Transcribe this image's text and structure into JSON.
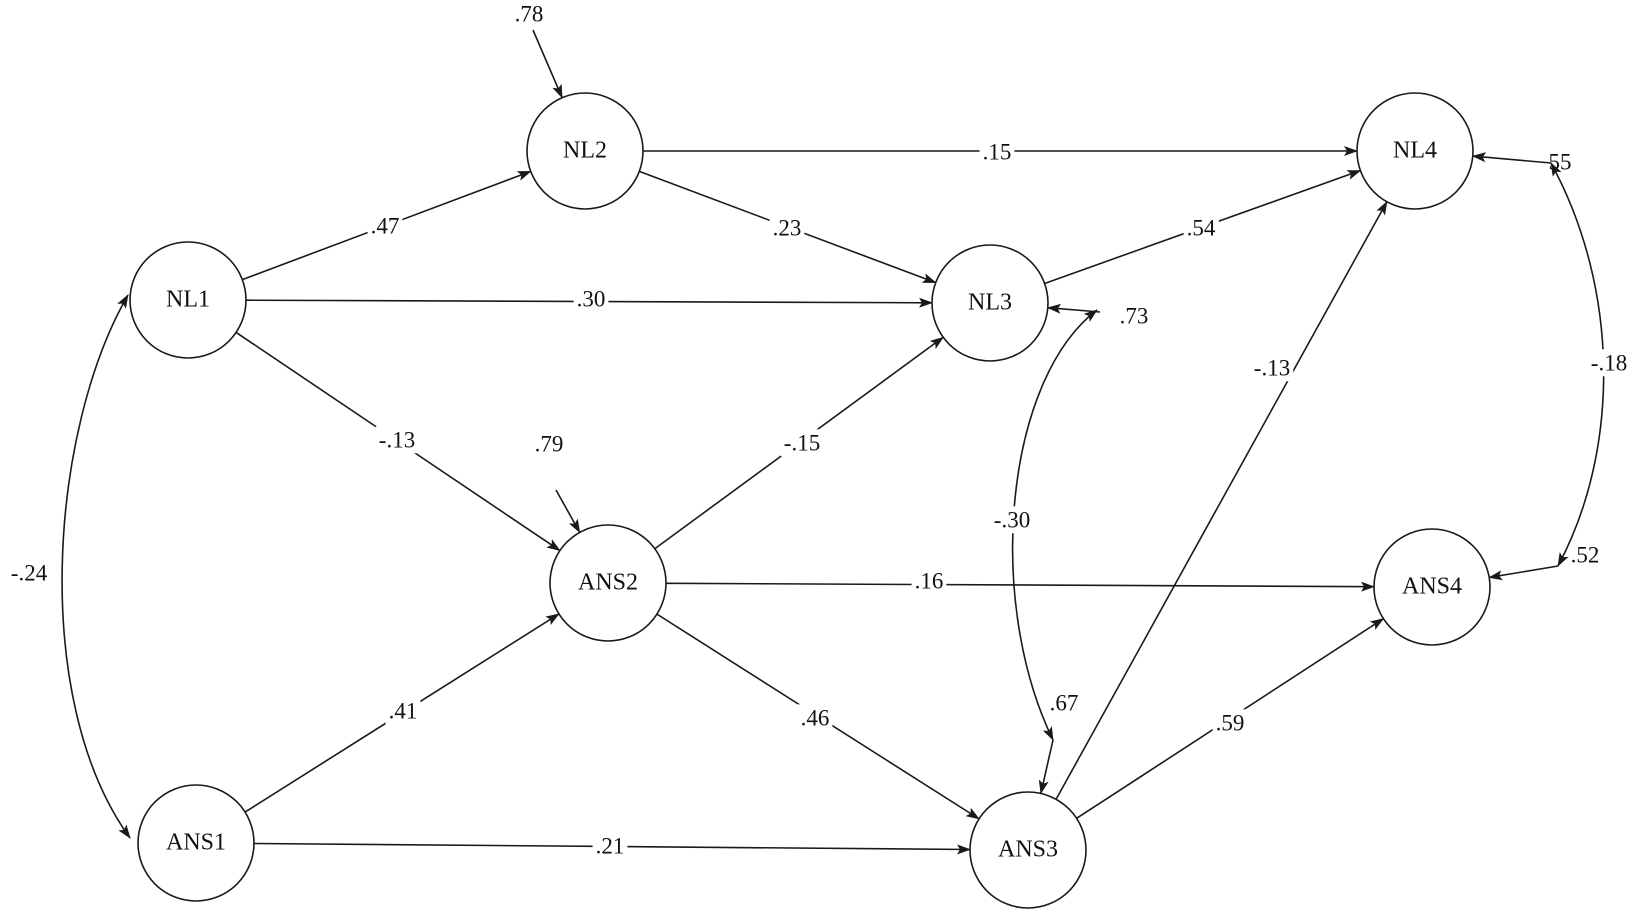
{
  "nodes": [
    {
      "id": "NL1",
      "label": "NL1"
    },
    {
      "id": "NL2",
      "label": "NL2"
    },
    {
      "id": "NL3",
      "label": "NL3"
    },
    {
      "id": "NL4",
      "label": "NL4"
    },
    {
      "id": "ANS1",
      "label": "ANS1"
    },
    {
      "id": "ANS2",
      "label": "ANS2"
    },
    {
      "id": "ANS3",
      "label": "ANS3"
    },
    {
      "id": "ANS4",
      "label": "ANS4"
    }
  ],
  "paths": [
    {
      "from": "NL1",
      "to": "NL2",
      "coef": ".47"
    },
    {
      "from": "NL1",
      "to": "NL3",
      "coef": ".30"
    },
    {
      "from": "NL1",
      "to": "ANS2",
      "coef": "-.13"
    },
    {
      "from": "NL2",
      "to": "NL4",
      "coef": ".15"
    },
    {
      "from": "NL2",
      "to": "NL3",
      "coef": ".23"
    },
    {
      "from": "NL3",
      "to": "NL4",
      "coef": ".54"
    },
    {
      "from": "ANS2",
      "to": "NL3",
      "coef": "-.15"
    },
    {
      "from": "ANS2",
      "to": "ANS4",
      "coef": ".16"
    },
    {
      "from": "ANS2",
      "to": "ANS3",
      "coef": ".46"
    },
    {
      "from": "ANS1",
      "to": "ANS2",
      "coef": ".41"
    },
    {
      "from": "ANS1",
      "to": "ANS3",
      "coef": ".21"
    },
    {
      "from": "ANS3",
      "to": "NL4",
      "coef": "-.13"
    },
    {
      "from": "ANS3",
      "to": "ANS4",
      "coef": ".59"
    }
  ],
  "residuals": [
    {
      "node": "NL2",
      "value": ".78"
    },
    {
      "node": "ANS2",
      "value": ".79"
    },
    {
      "node": "NL3",
      "value": ".73"
    },
    {
      "node": "ANS3",
      "value": ".67"
    },
    {
      "node": "NL4",
      "value": "55"
    },
    {
      "node": "ANS4",
      "value": ".52"
    }
  ],
  "covariances": [
    {
      "a": "NL1",
      "b": "ANS1",
      "value": "-.24"
    },
    {
      "a": "NL3",
      "b": "ANS3",
      "value": "-.30"
    },
    {
      "a": "NL4",
      "b": "ANS4",
      "value": "-.18"
    }
  ],
  "colors": {
    "line": "#1a1a1a",
    "text": "#111111",
    "background": "#ffffff"
  }
}
